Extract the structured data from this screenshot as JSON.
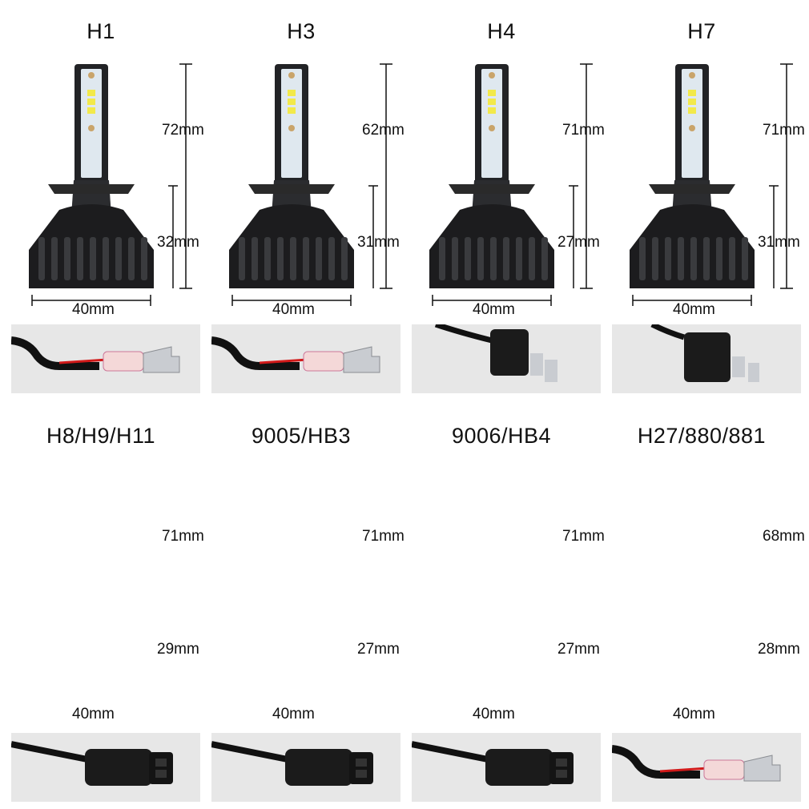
{
  "products": [
    {
      "id": "h1",
      "name": "H1",
      "total": "72mm",
      "base": "32mm",
      "width": "40mm",
      "collar": "#2a2a2a",
      "ring": "none",
      "connector": "pins",
      "plugStyle": "open"
    },
    {
      "id": "h3",
      "name": "H3",
      "total": "62mm",
      "base": "31mm",
      "width": "40mm",
      "collar": "#2a2a2a",
      "ring": "none",
      "connector": "pins",
      "plugStyle": "open"
    },
    {
      "id": "h4",
      "name": "H4",
      "total": "71mm",
      "base": "27mm",
      "width": "40mm",
      "collar": "#2a2a2a",
      "ring": "none",
      "connector": "h4",
      "plugStyle": "h4"
    },
    {
      "id": "h7",
      "name": "H7",
      "total": "71mm",
      "base": "31mm",
      "width": "40mm",
      "collar": "#2a2a2a",
      "ring": "none",
      "connector": "h7",
      "plugStyle": "h7"
    },
    {
      "id": "h8",
      "name": "H8/H9/H11",
      "total": "71mm",
      "base": "29mm",
      "width": "40mm",
      "collar": "#9b1c1c",
      "ring": "red",
      "connector": "box",
      "plugStyle": "box"
    },
    {
      "id": "9005",
      "name": "9005/HB3",
      "total": "71mm",
      "base": "27mm",
      "width": "40mm",
      "collar": "#2a2a2a",
      "ring": "blue",
      "connector": "box",
      "plugStyle": "box"
    },
    {
      "id": "9006",
      "name": "9006/HB4",
      "total": "71mm",
      "base": "27mm",
      "width": "40mm",
      "collar": "#2a2a2a",
      "ring": "blue",
      "connector": "box",
      "plugStyle": "box"
    },
    {
      "id": "h27",
      "name": "H27/880/881",
      "total": "68mm",
      "base": "28mm",
      "width": "40mm",
      "collar": "#d9d9d9",
      "ring": "white",
      "connector": "pins",
      "plugStyle": "open"
    }
  ],
  "colors": {
    "bulb_dark": "#1c1c1e",
    "fin": "#3a3b3e",
    "led_panel": "#dfe8ef",
    "led_chip": "#f2e94a",
    "wire_red": "#d11a1a",
    "wire_black": "#111111",
    "plug_bg": "#e7e7e7"
  }
}
